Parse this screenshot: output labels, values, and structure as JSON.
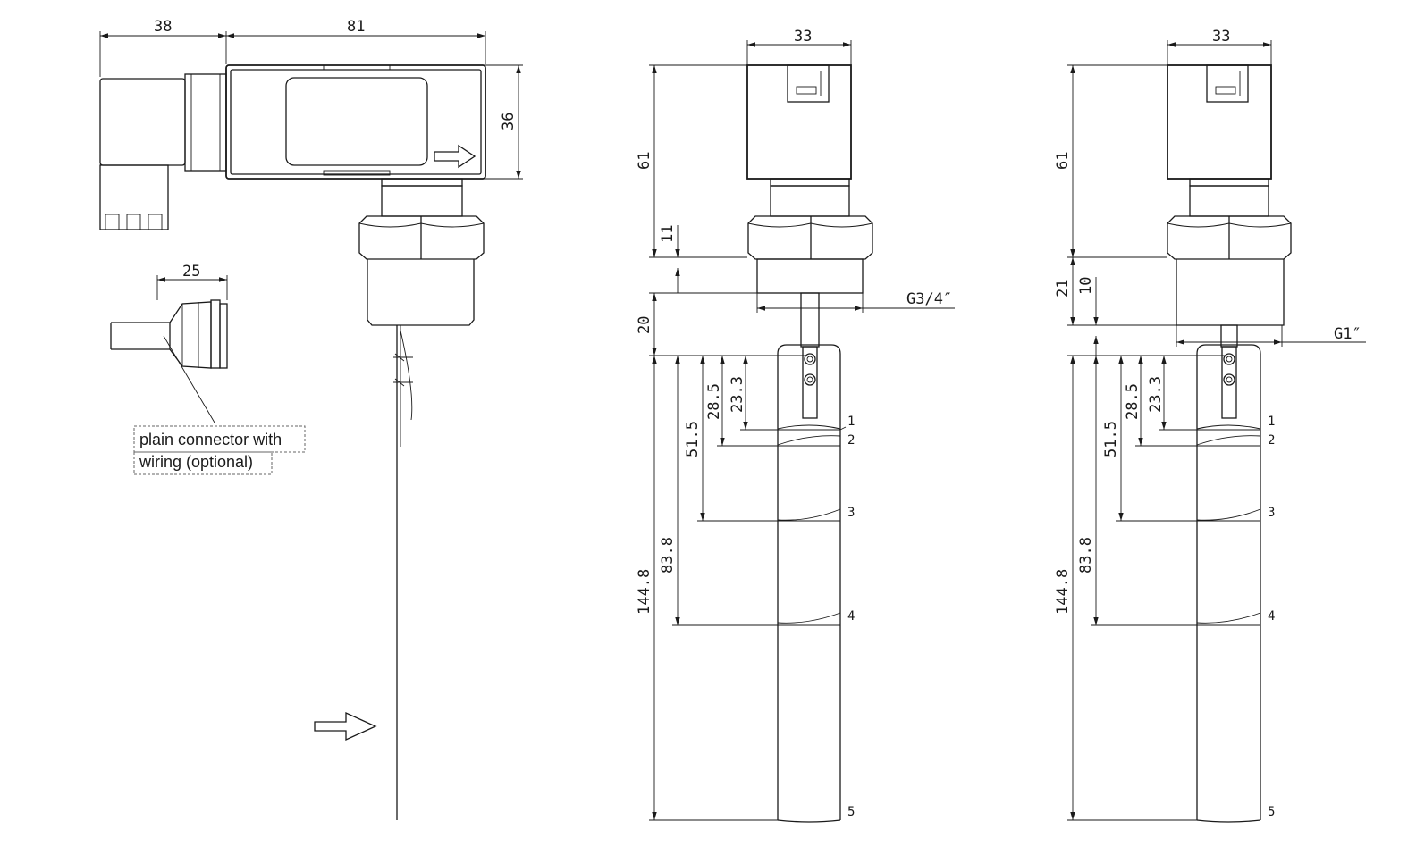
{
  "side_view": {
    "dims": {
      "connector_length": "38",
      "body_length": "81",
      "body_height": "36",
      "plain_connector_length": "25"
    },
    "note": {
      "line1": "plain connector with",
      "line2": "wiring (optional)"
    }
  },
  "front_view_g34": {
    "dims": {
      "width": "33",
      "head_height": "61",
      "nut_height": "11",
      "thread_height": "20",
      "total_length": "144.8",
      "pos2": "28.5",
      "pos1": "23.3",
      "pos3": "51.5",
      "pos4": "83.8"
    },
    "thread": "G3/4″",
    "positions": [
      "1",
      "2",
      "3",
      "4",
      "5"
    ]
  },
  "front_view_g1": {
    "dims": {
      "width": "33",
      "head_height": "61",
      "thread_height": "21",
      "nut_offset": "10",
      "total_length": "144.8",
      "pos2": "28.5",
      "pos1": "23.3",
      "pos3": "51.5",
      "pos4": "83.8"
    },
    "thread": "G1″",
    "positions": [
      "1",
      "2",
      "3",
      "4",
      "5"
    ]
  }
}
